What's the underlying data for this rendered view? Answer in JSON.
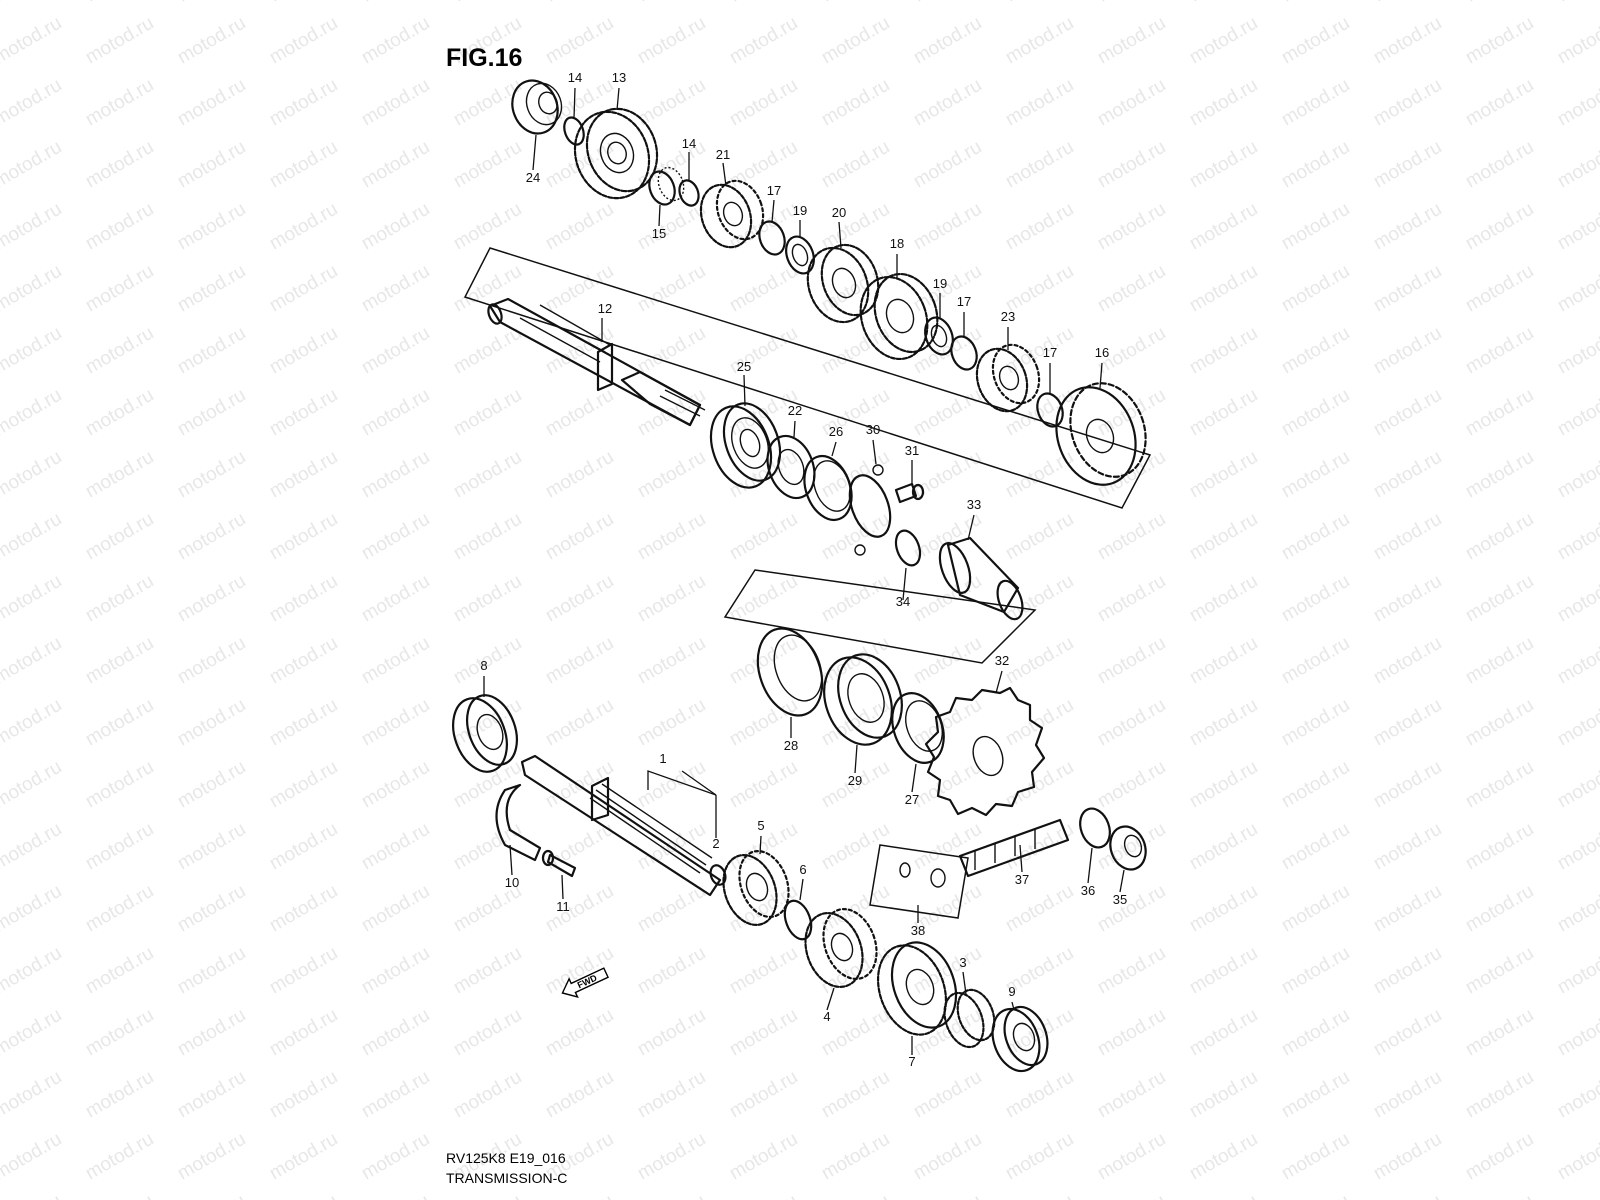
{
  "figure": {
    "title": "FIG.16",
    "model_code": "RV125K8 E19_016",
    "section_name": "TRANSMISSION-C",
    "watermark": "motod.ru",
    "direction_marker": "FWD"
  },
  "callouts": [
    "1",
    "2",
    "3",
    "4",
    "5",
    "6",
    "7",
    "8",
    "9",
    "10",
    "11",
    "12",
    "13",
    "14",
    "14",
    "15",
    "16",
    "17",
    "17",
    "17",
    "18",
    "19",
    "19",
    "20",
    "21",
    "22",
    "23",
    "24",
    "25",
    "26",
    "27",
    "28",
    "29",
    "30",
    "31",
    "32",
    "33",
    "34",
    "35",
    "36",
    "37",
    "38"
  ]
}
